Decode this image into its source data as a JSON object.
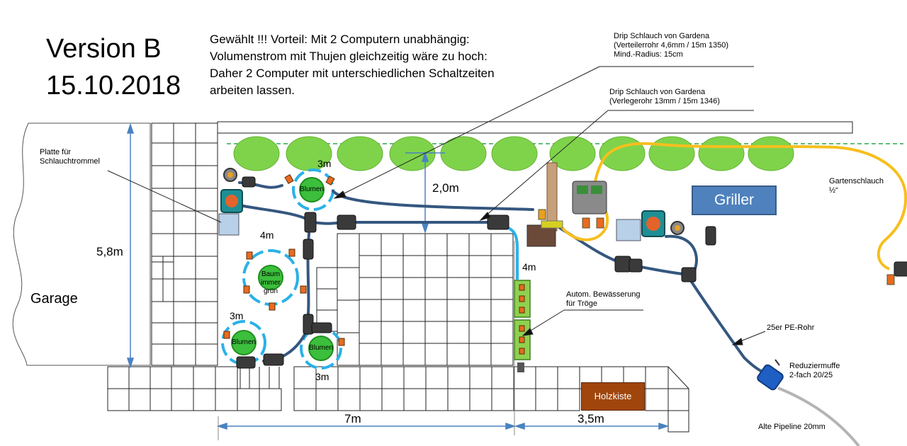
{
  "title": {
    "line1": "Version B",
    "line2": "15.10.2018"
  },
  "intro": {
    "line1": "Gewählt !!! Vorteil: Mit 2 Computern unabhängig:",
    "line2": "Volumenstrom mit Thujen gleichzeitig wäre zu hoch:",
    "line3": "Daher 2 Computer mit unterschiedlichen Schaltzeiten",
    "line4": "arbeiten lassen."
  },
  "notes": {
    "drip1": {
      "line1": "Drip Schlauch von Gardena",
      "line2": "(Verteilerrohr  4,6mm / 15m  1350)",
      "line3": "Mind.-Radius: 15cm"
    },
    "drip2": {
      "line1": "Drip Schlauch von Gardena",
      "line2": "(Verlegerohr 13mm / 15m  1346)"
    },
    "platte": {
      "line1": "Platte für",
      "line2": "Schlauchtrommel"
    },
    "gartenschlauch": {
      "line1": "Gartenschlauch",
      "line2": "½“"
    },
    "troege": {
      "line1": "Autom. Bewässerung",
      "line2": "für Tröge"
    },
    "pe": "25er PE-Rohr",
    "muffe": {
      "line1": "Reduziermuffe",
      "line2": "2-fach 20/25"
    },
    "pipeline": "Alte Pipeline 20mm"
  },
  "labels": {
    "garage": "Garage",
    "griller": "Griller",
    "holzkiste": "Holzkiste",
    "blumen": "Blumen",
    "baum": {
      "line1": "Baum",
      "line2": "immer",
      "line3": "grün"
    }
  },
  "measures": {
    "height": "5,8m",
    "gap": "2,0m",
    "width_main": "7m",
    "width_side": "3,5m",
    "circle_top": "3m",
    "circle_mid": "4m",
    "circle_bl": "3m",
    "circle_br": "3m",
    "troege": "4m"
  },
  "colors": {
    "hose_main": "#35577f",
    "drip_light": "#2bb1e8",
    "garden_hose": "#f6bf1e",
    "bush": "#7fd34a",
    "hedge_line": "#2aa84a",
    "dimension": "#4a82c0",
    "plant": "#3cbf3c",
    "pipeline": "#b4b4b4"
  }
}
